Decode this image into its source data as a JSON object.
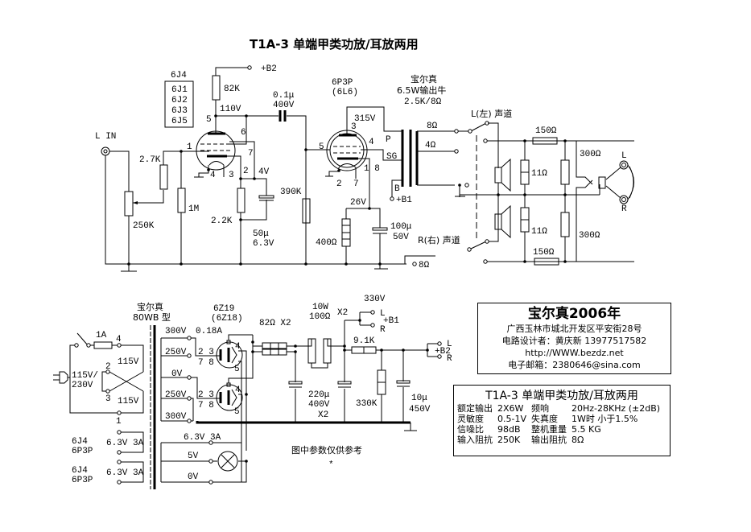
{
  "title": "T1A-3 单端甲类功放/耳放两用",
  "preamp": {
    "tube_main": "6J4",
    "tube_alternatives": [
      "6J1",
      "6J2",
      "6J3",
      "6J5"
    ],
    "input_label": "L IN",
    "pot": "250K",
    "grid_resistor": "2.7K",
    "grid_leak": "1M",
    "plate_resistor": "82K",
    "plate_voltage": "110V",
    "supply": "+B2",
    "cathode_voltage": "4V",
    "cathode_resistor": "2.2K",
    "cathode_cap": [
      "50μ",
      "6.3V"
    ],
    "coupling_cap": [
      "0.1μ",
      "400V"
    ],
    "grid_resistor_power": "390K",
    "pins": {
      "plate": "5",
      "g2": "6",
      "g3": "7",
      "grid": "1",
      "cathode": "2",
      "heater_a": "4",
      "heater_b": "3"
    }
  },
  "power_tube": {
    "name": "6P3P",
    "alt": "(6L6)",
    "plate_voltage": "315V",
    "cathode_voltage": "26V",
    "cathode_resistor": "400Ω",
    "cathode_cap": [
      "100μ",
      "50V"
    ],
    "pins": {
      "plate": "3",
      "screen": "4",
      "grid": "5",
      "cathode": "1 8",
      "heater_a": "2",
      "heater_b": "7"
    }
  },
  "output_transformer": {
    "brand": "宝尔真",
    "spec": "6.5W输出牛",
    "impedance": "2.5K/8Ω",
    "taps": {
      "p": "P",
      "sg": "SG",
      "b": "B",
      "b_supply": "+B1",
      "out8": "8Ω",
      "out4": "4Ω"
    }
  },
  "output_section": {
    "left_channel": "L(左) 声道",
    "right_channel": "R(右) 声道",
    "right_tap": "8Ω",
    "series_resistor_top": "150Ω",
    "series_resistor_bottom": "150Ω",
    "load_top": "11Ω",
    "load_bottom": "11Ω",
    "shunt_top": "300Ω",
    "shunt_bottom": "300Ω",
    "headphone_l": "L",
    "headphone_r": "R"
  },
  "power_supply": {
    "transformer_brand": "宝尔真",
    "transformer_model": "80WB 型",
    "fuse": "1A",
    "mains": [
      "115V/",
      "230V"
    ],
    "primary_windings": [
      "115V",
      "115V"
    ],
    "primary_pins": [
      "4",
      "2",
      "3",
      "1"
    ],
    "secondary_taps": [
      "300V",
      "250V",
      "0V",
      "250V",
      "300V"
    ],
    "secondary_current": "0.18A",
    "rectifier": "6Z19",
    "rectifier_alt": "(6Z18)",
    "rect_pins": {
      "anode": "2 3",
      "anode2": "7 8",
      "k1": "4",
      "k2": "5"
    },
    "heater_windings": [
      {
        "tubes": [
          "6J4",
          "6P3P"
        ],
        "spec": "6.3V 3A"
      },
      {
        "tubes": [
          "6J4",
          "6P3P"
        ],
        "spec": "6.3V 3A"
      }
    ],
    "rect_heater": [
      "6.3V 3A",
      "5V",
      "0V"
    ],
    "filter_resistor_1": "82Ω X2",
    "filter_resistor_2": [
      "10W",
      "100Ω"
    ],
    "filter_resistor_2_count": "X2",
    "filter_cap": [
      "220μ",
      "400V",
      "X2"
    ],
    "b1_voltage": "330V",
    "b1_label": "+B1",
    "b1_l": "L",
    "b1_r": "R",
    "dropping_resistor": "9.1K",
    "bleeder": "330K",
    "b2_cap": [
      "10μ",
      "450V"
    ],
    "b2_label": "+B2",
    "b2_l": "L",
    "b2_r": "R"
  },
  "note": "图中参数仅供参考",
  "note_mark": "*",
  "info_box": {
    "heading": "宝尔真2006年",
    "address": "广西玉林市城北开发区平安街28号",
    "designer": "电路设计者：黄庆新   13977517582",
    "website": "http://WWW.bezdz.net",
    "email": "电子邮箱：2380646@sina.com"
  },
  "spec_box": {
    "heading": "T1A-3   单端甲类功放/耳放两用",
    "rows": [
      {
        "k1": "额定输出",
        "v1": "2X6W",
        "k2": "频响",
        "v2": "20Hz-28KHz (±2dB)"
      },
      {
        "k1": "灵敏度",
        "v1": "0.5-1V",
        "k2": "失真度",
        "v2": "1W时 小于1.5%"
      },
      {
        "k1": "信噪比",
        "v1": "98dB",
        "k2": "整机重量",
        "v2": "5.5 KG"
      },
      {
        "k1": "输入阻抗",
        "v1": "250K",
        "k2": "输出阻抗",
        "v2": "8Ω"
      }
    ]
  }
}
